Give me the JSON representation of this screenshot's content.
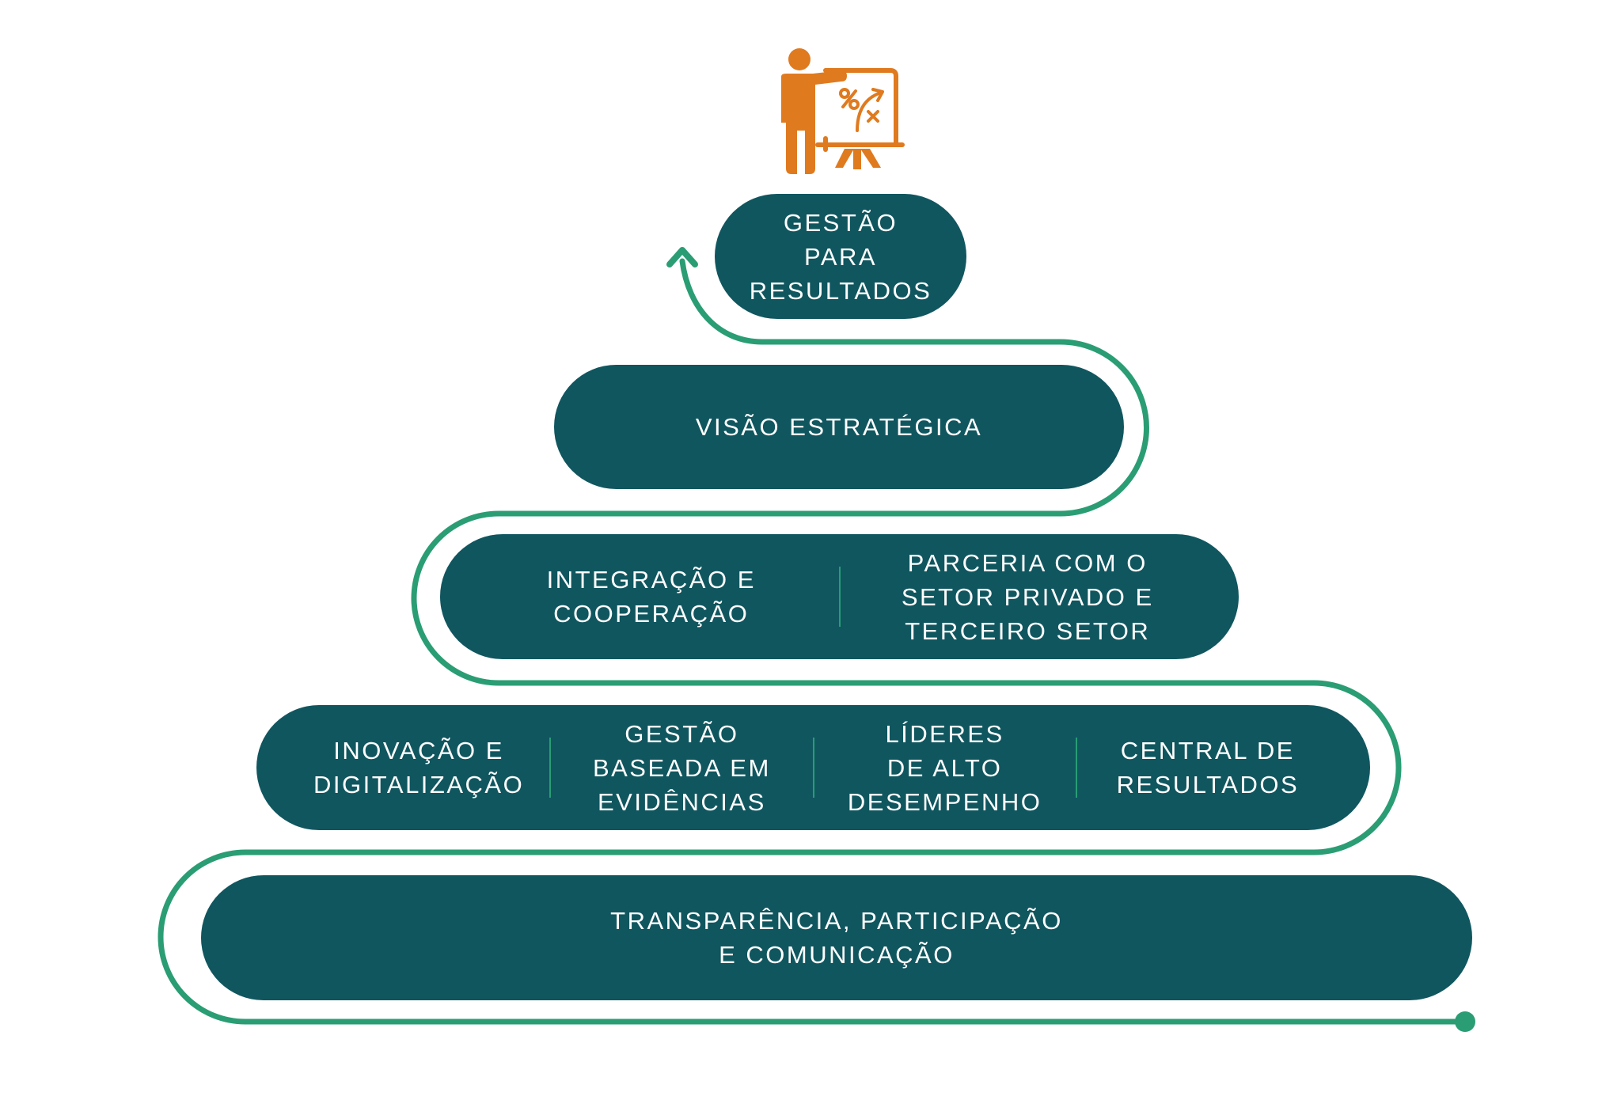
{
  "colors": {
    "pill": "#10565f",
    "path": "#2a9d74",
    "divider": "#2a9d74",
    "icon": "#e07a1f",
    "text": "#ffffff"
  },
  "icon": {
    "name": "presenter-strategy-board-icon"
  },
  "levels": {
    "top": {
      "items": [
        "GESTÃO\nPARA\nRESULTADOS"
      ]
    },
    "second": {
      "items": [
        "VISÃO ESTRATÉGICA"
      ]
    },
    "third": {
      "items": [
        "INTEGRAÇÃO E\nCOOPERAÇÃO",
        "PARCERIA COM O\nSETOR PRIVADO E\nTERCEIRO SETOR"
      ]
    },
    "fourth": {
      "items": [
        "INOVAÇÃO E\nDIGITALIZAÇÃO",
        "GESTÃO\nBASEADA EM\nEVIDÊNCIAS",
        "LÍDERES\nDE ALTO\nDESEMPENHO",
        "CENTRAL DE\nRESULTADOS"
      ]
    },
    "base": {
      "items": [
        "TRANSPARÊNCIA, PARTICIPAÇÃO\nE COMUNICAÇÃO"
      ]
    }
  }
}
